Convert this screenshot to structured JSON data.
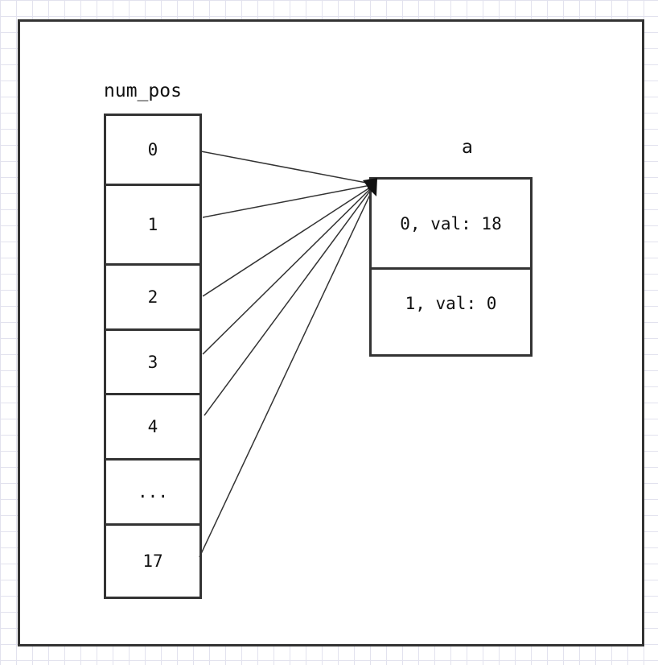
{
  "num_pos": {
    "title": "num_pos",
    "cells": [
      "0",
      "1",
      "2",
      "3",
      "4",
      "...",
      "17"
    ]
  },
  "a": {
    "title": "a",
    "cells": [
      "0, val: 18",
      "1, val: 0"
    ]
  },
  "colors": {
    "stroke": "#333333",
    "grid": "#e2e2ee"
  }
}
